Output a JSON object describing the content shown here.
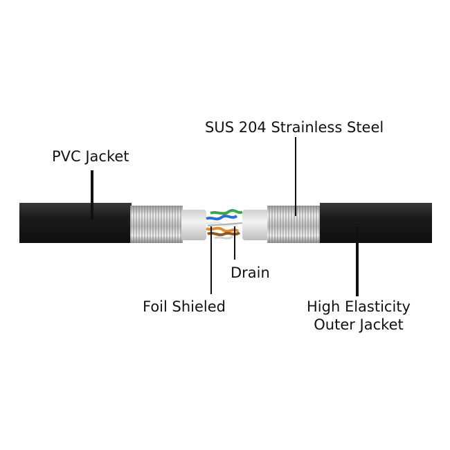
{
  "labels": {
    "sus": "SUS 204 Strainless Steel",
    "pvc": "PVC Jacket",
    "drain": "Drain",
    "foil": "Foil Shieled",
    "elastic_line1": "High Elasticity",
    "elastic_line2": "Outer Jacket"
  },
  "colors": {
    "jacket": "#1e1e1e",
    "steel_light": "#e4e4e4",
    "steel_dark": "#7a7a7a",
    "foil": "#dcdcdc",
    "leader_line": "#111111",
    "wire_green": "#3aa84a",
    "wire_blue": "#2e6fd0",
    "wire_orange": "#e08a2a",
    "wire_brown": "#8a5a2a"
  }
}
